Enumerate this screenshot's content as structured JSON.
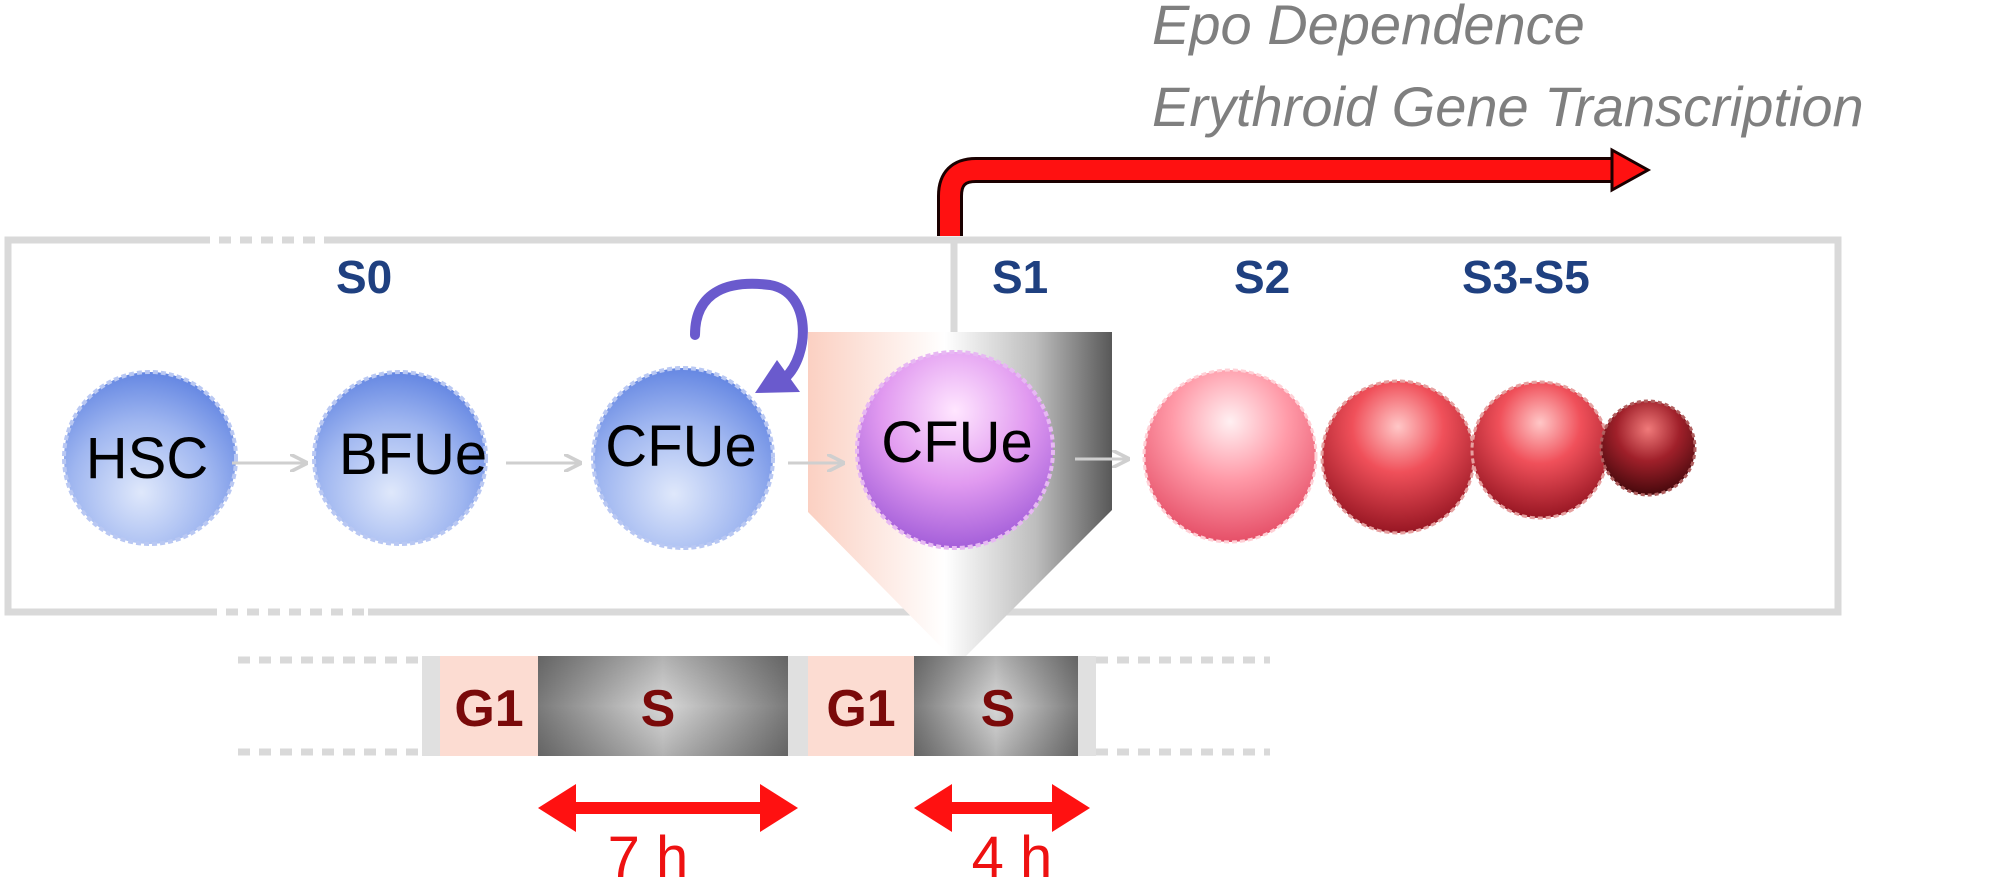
{
  "captions": {
    "line1": "Epo Dependence",
    "line2": "Erythroid Gene Transcription"
  },
  "stages": {
    "s0": "S0",
    "s1": "S1",
    "s2": "S2",
    "s3_s5": "S3-S5"
  },
  "cells": {
    "hsc": "HSC",
    "bfue": "BFUe",
    "cfue_s0": "CFUe",
    "cfue_s1": "CFUe"
  },
  "cell_cycle": {
    "phase1_g1": "G1",
    "phase1_s": "S",
    "phase2_g1": "G1",
    "phase2_s": "S"
  },
  "durations": {
    "s_phase_1": "7 h",
    "s_phase_2": "4 h"
  },
  "colors": {
    "stage_text": "#1f4080",
    "caption_text": "#7f7f7f",
    "transcription_arrow": "#ff1111",
    "phase_text": "#7a0a0a",
    "duration_arrow": "#ff1111",
    "self_renewal_arrow": "#6a5acd"
  }
}
